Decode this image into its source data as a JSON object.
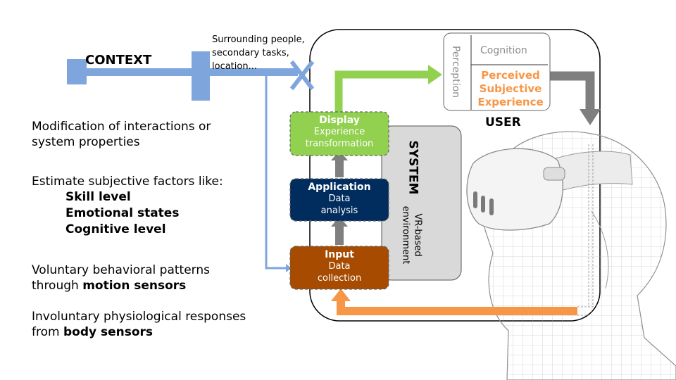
{
  "context": {
    "label": "CONTEXT",
    "details": [
      "Surrounding people,",
      "secondary tasks,",
      "location..."
    ]
  },
  "left_panel": {
    "modification": [
      "Modification of interactions or",
      "system properties"
    ],
    "estimate_intro": "Estimate subjective factors like:",
    "factors": [
      "Skill level",
      "Emotional states",
      "Cognitive level"
    ],
    "voluntary_line1": "Voluntary behavioral patterns",
    "voluntary_prefix": "through ",
    "voluntary_bold": "motion sensors",
    "involuntary_line1": "Involuntary physiological responses",
    "involuntary_prefix": "from ",
    "involuntary_bold": "body sensors"
  },
  "system": {
    "label": "SYSTEM",
    "environment": [
      "VR-based",
      "environment"
    ],
    "display": {
      "title": "Display",
      "sub": [
        "Experience",
        "transformation"
      ]
    },
    "application": {
      "title": "Application",
      "sub": [
        "Data",
        "analysis"
      ]
    },
    "input": {
      "title": "Input",
      "sub": [
        "Data",
        "collection"
      ]
    }
  },
  "user": {
    "label": "USER",
    "perception": "Perception",
    "cognition": "Cognition",
    "perceived": [
      "Perceived",
      "Subjective",
      "Experience"
    ]
  },
  "colors": {
    "context_blue": "#7fa6dc",
    "display_green": "#92d050",
    "application_navy": "#002d5e",
    "input_brown": "#a64b00",
    "feedback_orange": "#f79646",
    "gray_arrow": "#7f7f7f",
    "system_bg": "#d9d9d9"
  },
  "icons": [
    "cross-icon",
    "vr-headset-illustration"
  ]
}
